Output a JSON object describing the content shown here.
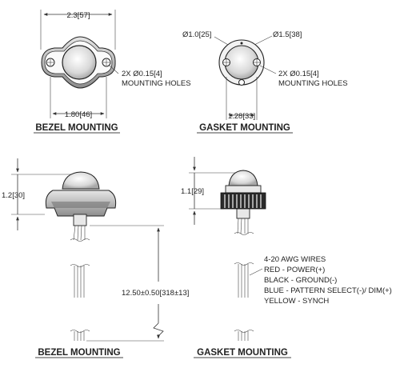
{
  "top_left": {
    "width_dim": "2.3[57]",
    "hole_callout_1": "2X Ø0.15[4]",
    "hole_callout_2": "MOUNTING HOLES",
    "spacing_dim": "1.80[46]",
    "title": "BEZEL MOUNTING"
  },
  "top_right": {
    "dia_inner": "Ø1.0[25]",
    "dia_outer": "Ø1.5[38]",
    "hole_callout_1": "2X Ø0.15[4]",
    "hole_callout_2": "MOUNTING HOLES",
    "spacing_dim": "1.28[33]",
    "title": "GASKET MOUNTING"
  },
  "bottom_left": {
    "height_dim": "1.2[30]",
    "wire_length_dim": "12.50±0.50[318±13]",
    "title": "BEZEL MOUNTING"
  },
  "bottom_right": {
    "height_dim": "1.1[29]",
    "wires": [
      "4-20 AWG WIRES",
      "RED - POWER(+)",
      "BLACK - GROUND(-)",
      "BLUE - PATTERN SELECT(-)/ DIM(+)",
      "YELLOW - SYNCH"
    ],
    "title": "GASKET MOUNTING"
  }
}
